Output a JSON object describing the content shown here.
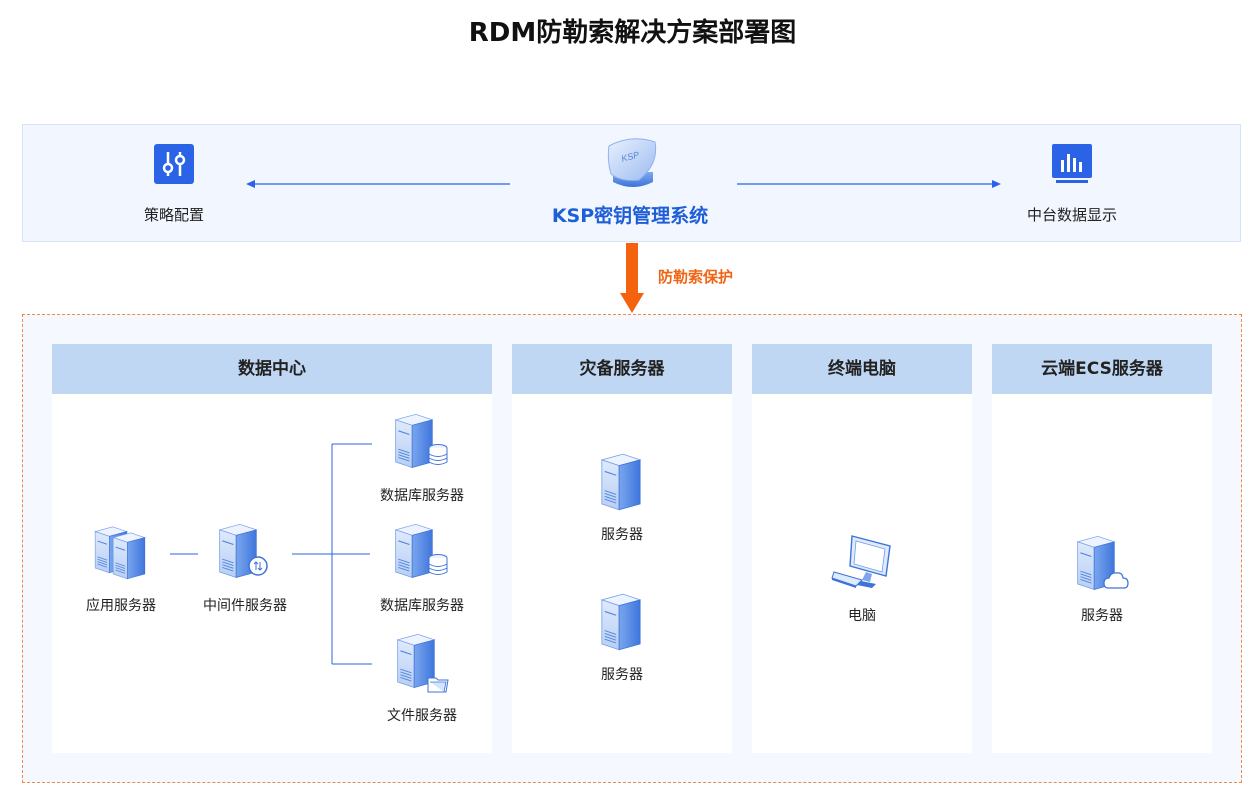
{
  "title": "RDM防勒索解决方案部署图",
  "top": {
    "left_label": "策略配置",
    "center_label": "KSP密钥管理系统",
    "center_badge": "KSP",
    "right_label": "中台数据显示"
  },
  "protect_label": "防勒索保护",
  "panels": {
    "datacenter": {
      "title": "数据中心",
      "app_server": "应用服务器",
      "middleware_server": "中间件服务器",
      "db_server_1": "数据库服务器",
      "db_server_2": "数据库服务器",
      "file_server": "文件服务器"
    },
    "backup": {
      "title": "灾备服务器",
      "server_1": "服务器",
      "server_2": "服务器"
    },
    "terminal": {
      "title": "终端电脑",
      "pc": "电脑"
    },
    "cloud": {
      "title": "云端ECS服务器",
      "server": "服务器"
    }
  },
  "colors": {
    "accent_blue": "#1f5fd6",
    "icon_blue": "#2b63e6",
    "protect_orange": "#f06514",
    "panel_header": "#c0d7f4",
    "dashed_border": "#f08a4b"
  }
}
